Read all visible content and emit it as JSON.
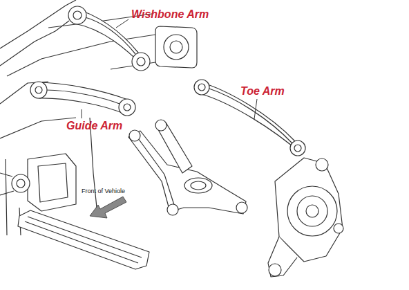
{
  "diagram": {
    "labels": [
      "Wishbone Arm",
      "Toe Arm",
      "Guide Arm",
      "Front of Vehiole"
    ]
  }
}
